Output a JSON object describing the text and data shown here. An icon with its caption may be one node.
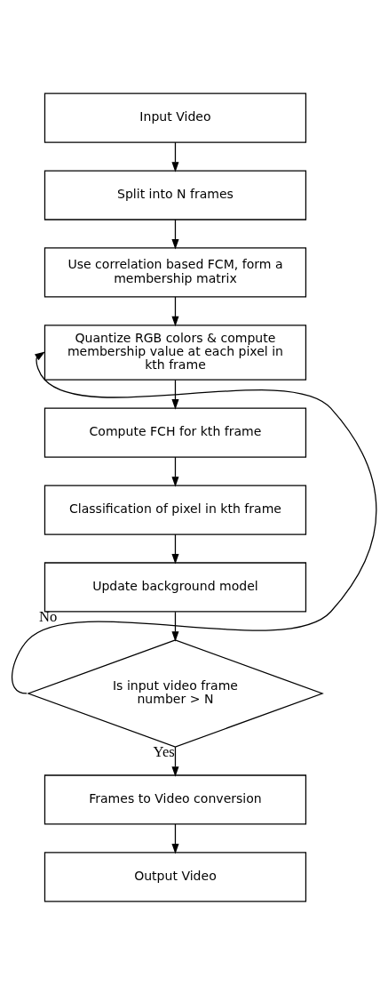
{
  "diagram": {
    "nodes": [
      {
        "text": [
          "Input Video"
        ]
      },
      {
        "text": [
          "Split into N frames"
        ]
      },
      {
        "text": [
          "Use correlation based FCM, form a membership matrix"
        ]
      },
      {
        "text": [
          "Quantize RGB colors & compute membership value at each pixel in kth frame"
        ]
      },
      {
        "text": [
          "Compute FCH for kth frame"
        ]
      },
      {
        "text": [
          "Classification of pixel in kth frame"
        ]
      },
      {
        "text": [
          "Update background model"
        ]
      },
      {
        "text": [
          "Is input video frame number > N"
        ]
      },
      {
        "text": [
          "Frames to Video conversion"
        ]
      },
      {
        "text": [
          "Output Video"
        ]
      }
    ],
    "edges": [
      {
        "from": 0,
        "to": 1,
        "arrow": "to"
      },
      {
        "from": 1,
        "to": 2,
        "arrow": "to"
      },
      {
        "from": 2,
        "to": 3,
        "arrow": "to"
      },
      {
        "from": 3,
        "to": 4,
        "arrow": "to"
      },
      {
        "from": 4,
        "to": 5,
        "arrow": "to"
      },
      {
        "from": 5,
        "to": 6,
        "arrow": "to"
      },
      {
        "from": 6,
        "to": 7,
        "arrow": "to"
      },
      {
        "from": 7,
        "to": 3,
        "arrow": "to",
        "label": "No"
      },
      {
        "from": 7,
        "to": 8,
        "arrow": "to",
        "label": "Yes"
      },
      {
        "from": 8,
        "to": 9,
        "arrow": "to"
      }
    ]
  }
}
